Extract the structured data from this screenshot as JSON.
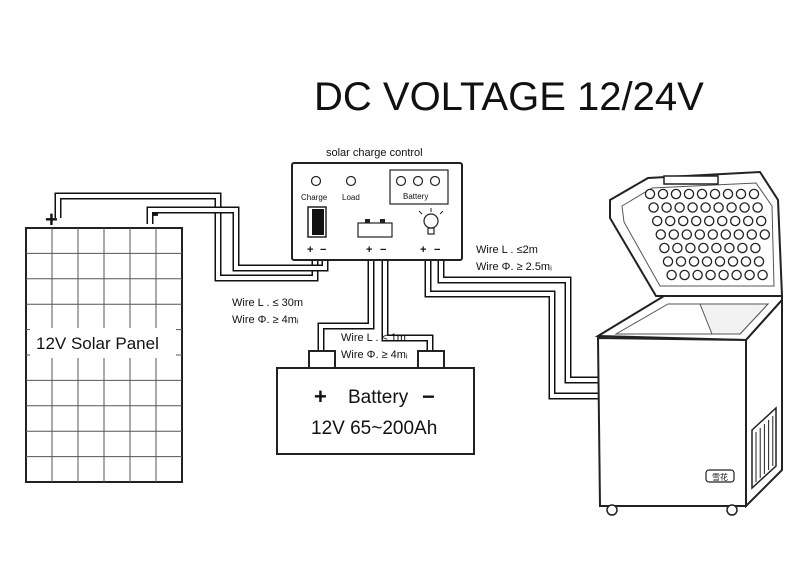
{
  "title": "DC VOLTAGE 12/24V",
  "controller": {
    "label": "solar charge control",
    "indicators": {
      "charge": "Charge",
      "load": "Load",
      "battery": "Battery"
    },
    "terminal_plus": "+",
    "terminal_minus": "−"
  },
  "solar_panel": {
    "label": "12V Solar Panel",
    "plus": "+",
    "minus": "−"
  },
  "battery": {
    "plus": "+",
    "name": "Battery",
    "minus": "−",
    "spec": "12V 65~200Ah"
  },
  "wire_panel": {
    "length": "Wire L . ≤ 30m",
    "diameter": "Wire Φ. ≥ 4mᵢ"
  },
  "wire_battery": {
    "length": "Wire L . ≤ 1m",
    "diameter": "Wire Φ. ≥ 4mᵢ"
  },
  "wire_load": {
    "length": "Wire L . ≤2m",
    "diameter": "Wire Φ. ≥ 2.5mᵢ"
  },
  "freezer": {
    "badge": "雪花"
  }
}
